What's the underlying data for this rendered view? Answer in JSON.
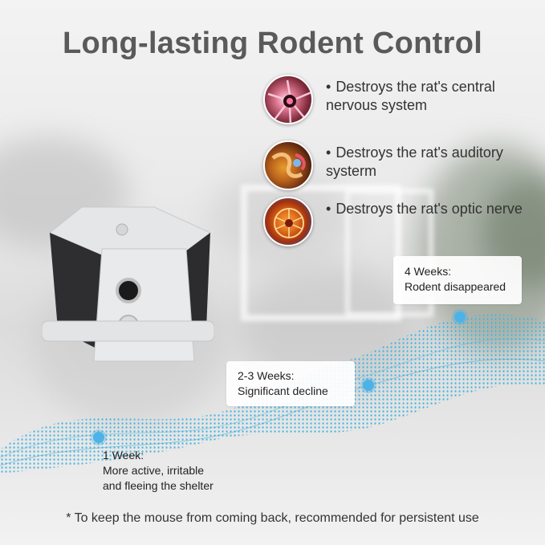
{
  "title": "Long-lasting Rodent Control",
  "features": [
    {
      "icon": "neuron-icon",
      "bullet": "•",
      "text": "Destroys the rat's central nervous system"
    },
    {
      "icon": "ear-icon",
      "bullet": "•",
      "text": "Destroys the rat's auditory systerm"
    },
    {
      "icon": "eye-icon",
      "bullet": "•",
      "text": "Destroys the rat's optic nerve"
    }
  ],
  "stages": [
    {
      "label": "4 Weeks:",
      "desc": "Rodent disappeared"
    },
    {
      "label": "2-3 Weeks:",
      "desc": "Significant decline"
    },
    {
      "label": "1 Week:",
      "desc_line1": "More active, irritable",
      "desc_line2": "and fleeing the shelter"
    }
  ],
  "footer": "* To keep the mouse from coming back, recommended for persistent use",
  "colors": {
    "accent": "#4db3e6",
    "wave": "#3aa9d8",
    "title": "#5a5a5a"
  }
}
